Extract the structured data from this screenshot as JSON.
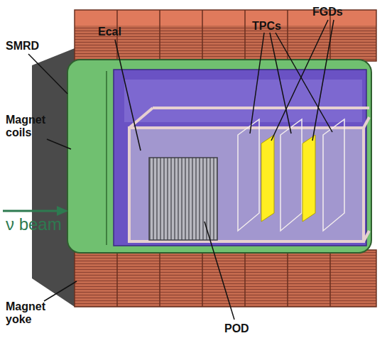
{
  "diagram": {
    "labels": [
      "SMRD",
      "Ecal",
      "TPCs",
      "FGDs",
      "Magnet coils",
      "ν beam",
      "Magnet yoke",
      "POD"
    ]
  }
}
